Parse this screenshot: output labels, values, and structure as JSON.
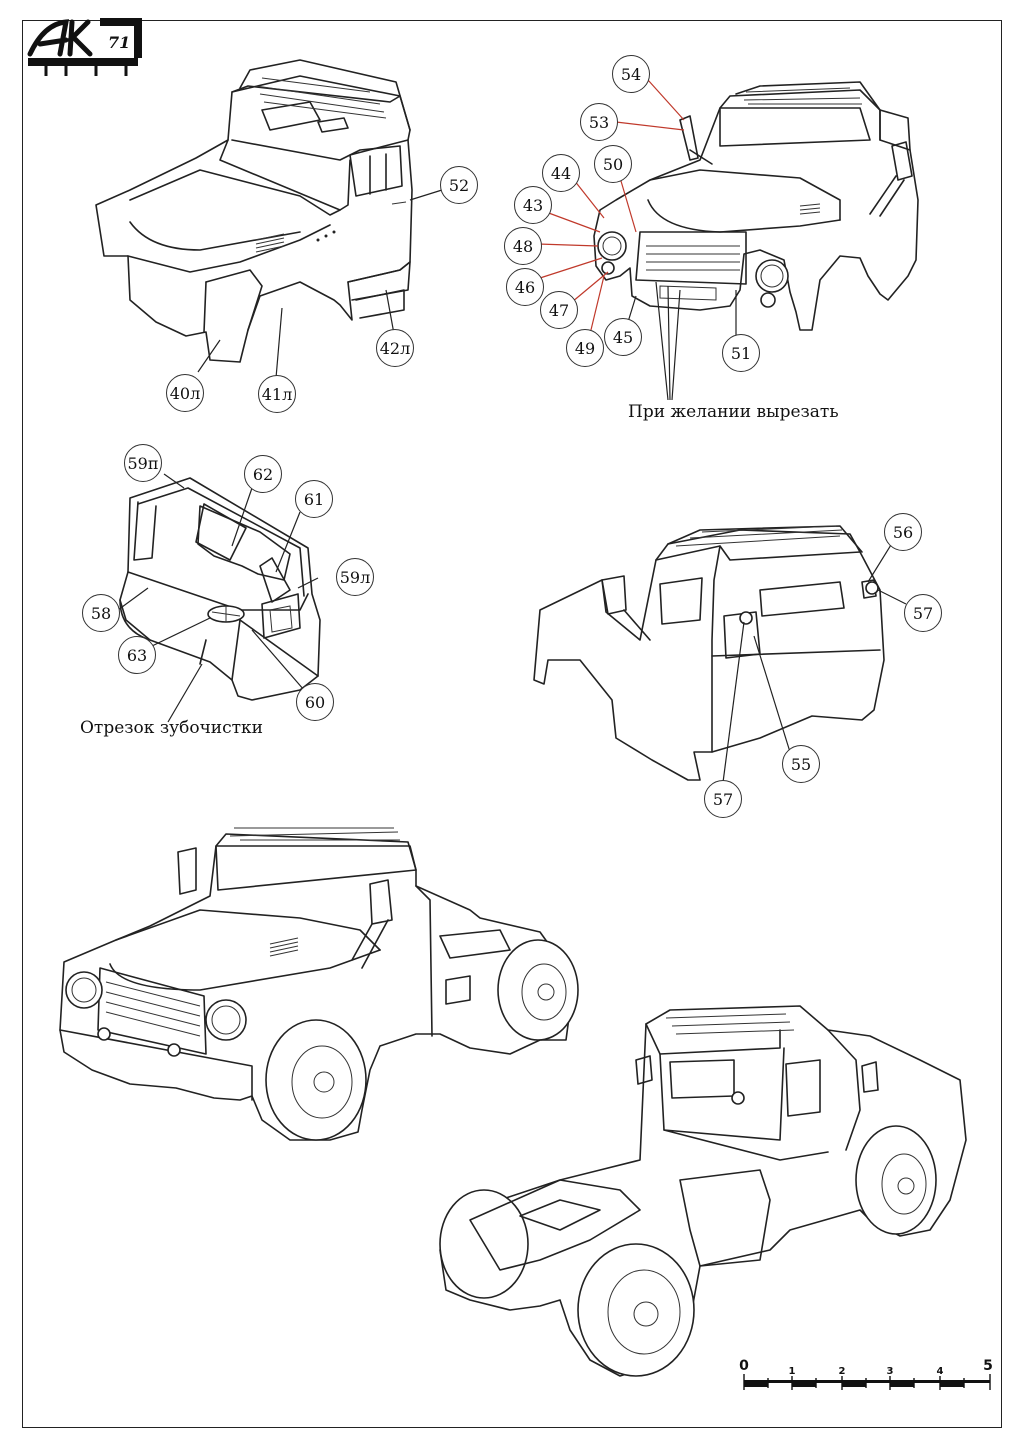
{
  "logo": {
    "text": "AK",
    "number": "71"
  },
  "callouts": [
    {
      "id": "c-54",
      "label": "54"
    },
    {
      "id": "c-53",
      "label": "53"
    },
    {
      "id": "c-50",
      "label": "50"
    },
    {
      "id": "c-44",
      "label": "44"
    },
    {
      "id": "c-43",
      "label": "43"
    },
    {
      "id": "c-48",
      "label": "48"
    },
    {
      "id": "c-46",
      "label": "46"
    },
    {
      "id": "c-47",
      "label": "47"
    },
    {
      "id": "c-49",
      "label": "49"
    },
    {
      "id": "c-45",
      "label": "45"
    },
    {
      "id": "c-51",
      "label": "51"
    },
    {
      "id": "c-52",
      "label": "52"
    },
    {
      "id": "c-40l",
      "label": "40л"
    },
    {
      "id": "c-41l",
      "label": "41л"
    },
    {
      "id": "c-42l",
      "label": "42л"
    },
    {
      "id": "c-59p",
      "label": "59п"
    },
    {
      "id": "c-62",
      "label": "62"
    },
    {
      "id": "c-61",
      "label": "61"
    },
    {
      "id": "c-59l",
      "label": "59л"
    },
    {
      "id": "c-58",
      "label": "58"
    },
    {
      "id": "c-63",
      "label": "63"
    },
    {
      "id": "c-60",
      "label": "60"
    },
    {
      "id": "c-56",
      "label": "56"
    },
    {
      "id": "c-57a",
      "label": "57"
    },
    {
      "id": "c-57b",
      "label": "57"
    },
    {
      "id": "c-55",
      "label": "55"
    }
  ],
  "notes": {
    "optional_cut": "При желании вырезать",
    "toothpick": "Отрезок зубочистки"
  },
  "scale": {
    "ticks": [
      "0",
      "1",
      "2",
      "3",
      "4",
      "5"
    ]
  },
  "colors": {
    "leader_red": "#c0392b",
    "ink": "#222222"
  }
}
